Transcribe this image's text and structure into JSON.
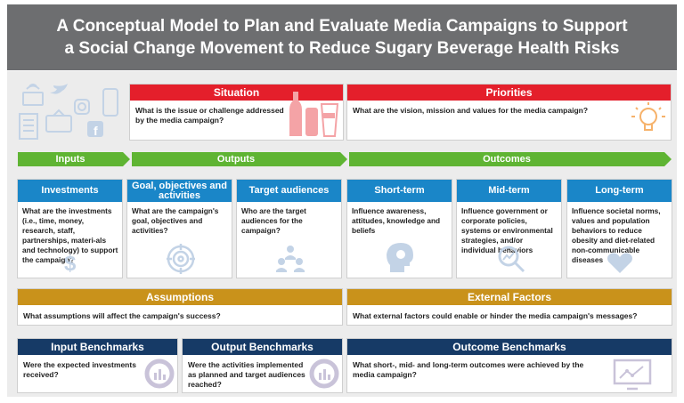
{
  "title": {
    "line1": "A Conceptual Model to Plan and Evaluate Media Campaigns to Support",
    "line2": "a Social Change Movement to Reduce Sugary Beverage Health Risks"
  },
  "situation": {
    "label": "Situation",
    "question": "What is the issue or challenge addressed by the media campaign?"
  },
  "priorities": {
    "label": "Priorities",
    "question": "What are the vision, mission and values for the media campaign?"
  },
  "flow": {
    "inputs": "Inputs",
    "outputs": "Outputs",
    "outcomes": "Outcomes"
  },
  "columns": [
    {
      "label": "Investments",
      "text": "What are the investments (i.e., time, money, research, staff, partnerships, materi-als and technology) to support the campaign?"
    },
    {
      "label": "Goal, objectives and activities",
      "text": "What are the campaign's goal, objectives and activities?"
    },
    {
      "label": "Target audiences",
      "text": "Who are the target audiences for the campaign?"
    },
    {
      "label": "Short-term",
      "text": "Influence awareness, attitudes, knowledge and beliefs"
    },
    {
      "label": "Mid-term",
      "text": "Influence government or corporate policies, systems or environmental strategies, and/or individual behaviors"
    },
    {
      "label": "Long-term",
      "text": "Influence societal norms, values and population behaviors to reduce obesity and diet-related non-communicable diseases"
    }
  ],
  "assumptions": {
    "label": "Assumptions",
    "question": "What assumptions will affect the campaign's success?"
  },
  "external": {
    "label": "External Factors",
    "question": "What external factors could enable or hinder the media campaign's messages?"
  },
  "benchmarks": {
    "input": {
      "label": "Input Benchmarks",
      "question": "Were the expected investments received?"
    },
    "output": {
      "label": "Output Benchmarks",
      "question": "Were the activities implemented as planned and target audiences reached?"
    },
    "outcome": {
      "label": "Outcome Benchmarks",
      "question": "What short-, mid- and long-term outcomes were achieved by the media campaign?"
    }
  },
  "colors": {
    "red": "#e41f2b",
    "blue": "#1a86c8",
    "green": "#5fb433",
    "gold": "#c9921b",
    "navy": "#163a66",
    "title_bg": "#6d6e70"
  }
}
